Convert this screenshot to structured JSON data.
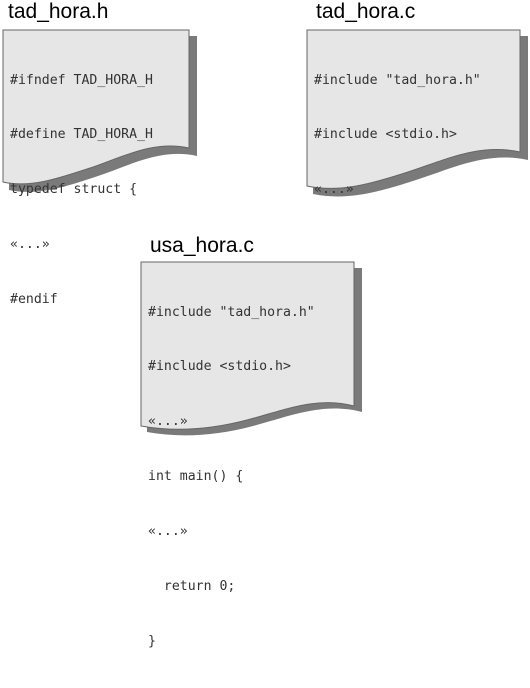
{
  "documents": [
    {
      "filename": "tad_hora.h",
      "lines": [
        "#ifndef TAD_HORA_H",
        "#define TAD_HORA_H",
        "typedef struct {",
        "«...»",
        "#endif"
      ]
    },
    {
      "filename": "tad_hora.c",
      "lines": [
        "#include \"tad_hora.h\"",
        "#include <stdio.h>",
        "«...»"
      ]
    },
    {
      "filename": "usa_hora.c",
      "lines": [
        "#include \"tad_hora.h\"",
        "#include <stdio.h>",
        "«...»",
        "int main() {",
        "«...»",
        "  return 0;",
        "}"
      ]
    }
  ],
  "colors": {
    "page_fill": "#e6e6e6",
    "page_border": "#666666",
    "shadow": "#7a7a7a",
    "text": "#333333",
    "title": "#000000"
  }
}
